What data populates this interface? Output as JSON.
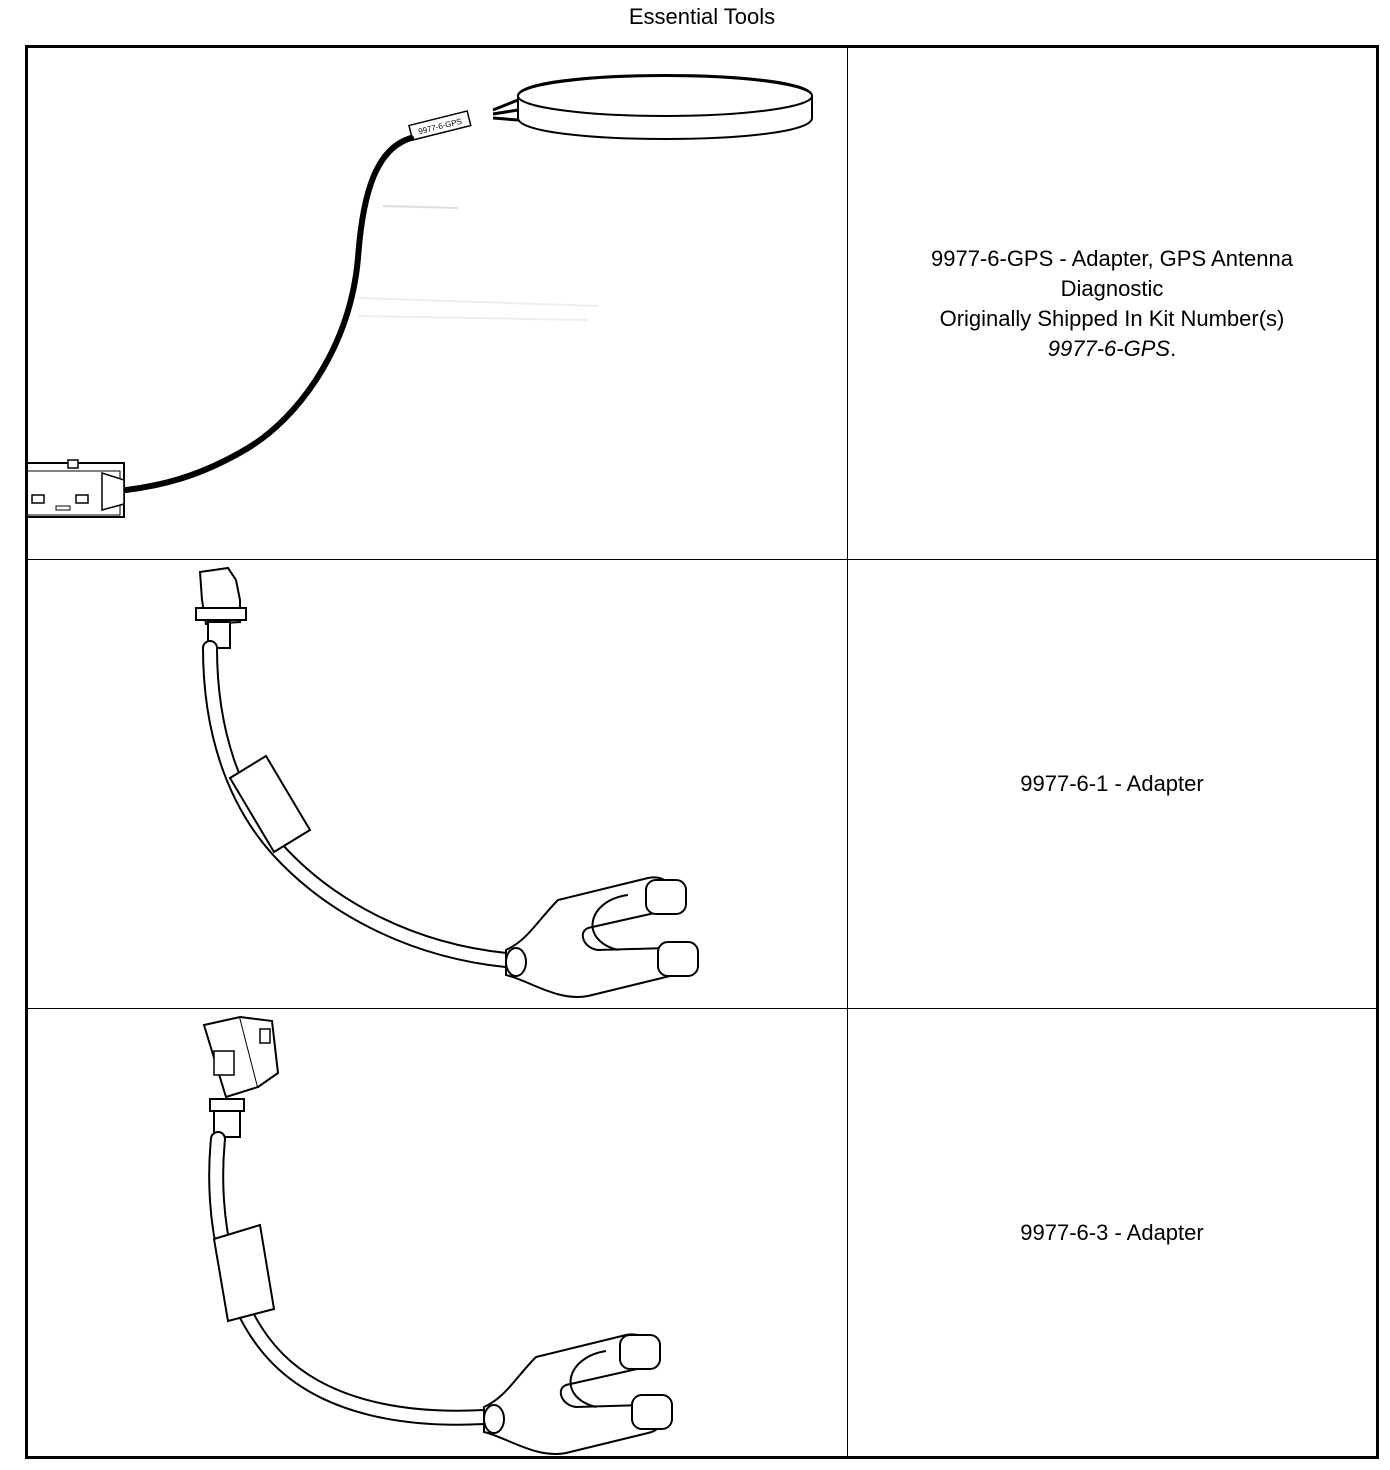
{
  "page": {
    "title": "Essential Tools"
  },
  "tools": [
    {
      "line1": "9977-6-GPS - Adapter, GPS Antenna",
      "line2": "Diagnostic",
      "line3": "Originally Shipped In Kit Number(s)",
      "kit_number": "9977-6-GPS",
      "kit_suffix": ".",
      "image_icon": "gps-antenna-adapter-illustration",
      "label_on_cable": "9977-6-GPS"
    },
    {
      "line1": "9977-6-1 - Adapter",
      "image_icon": "y-adapter-cable-illustration"
    },
    {
      "line1": "9977-6-3 - Adapter",
      "image_icon": "y-adapter-cable-illustration"
    }
  ]
}
